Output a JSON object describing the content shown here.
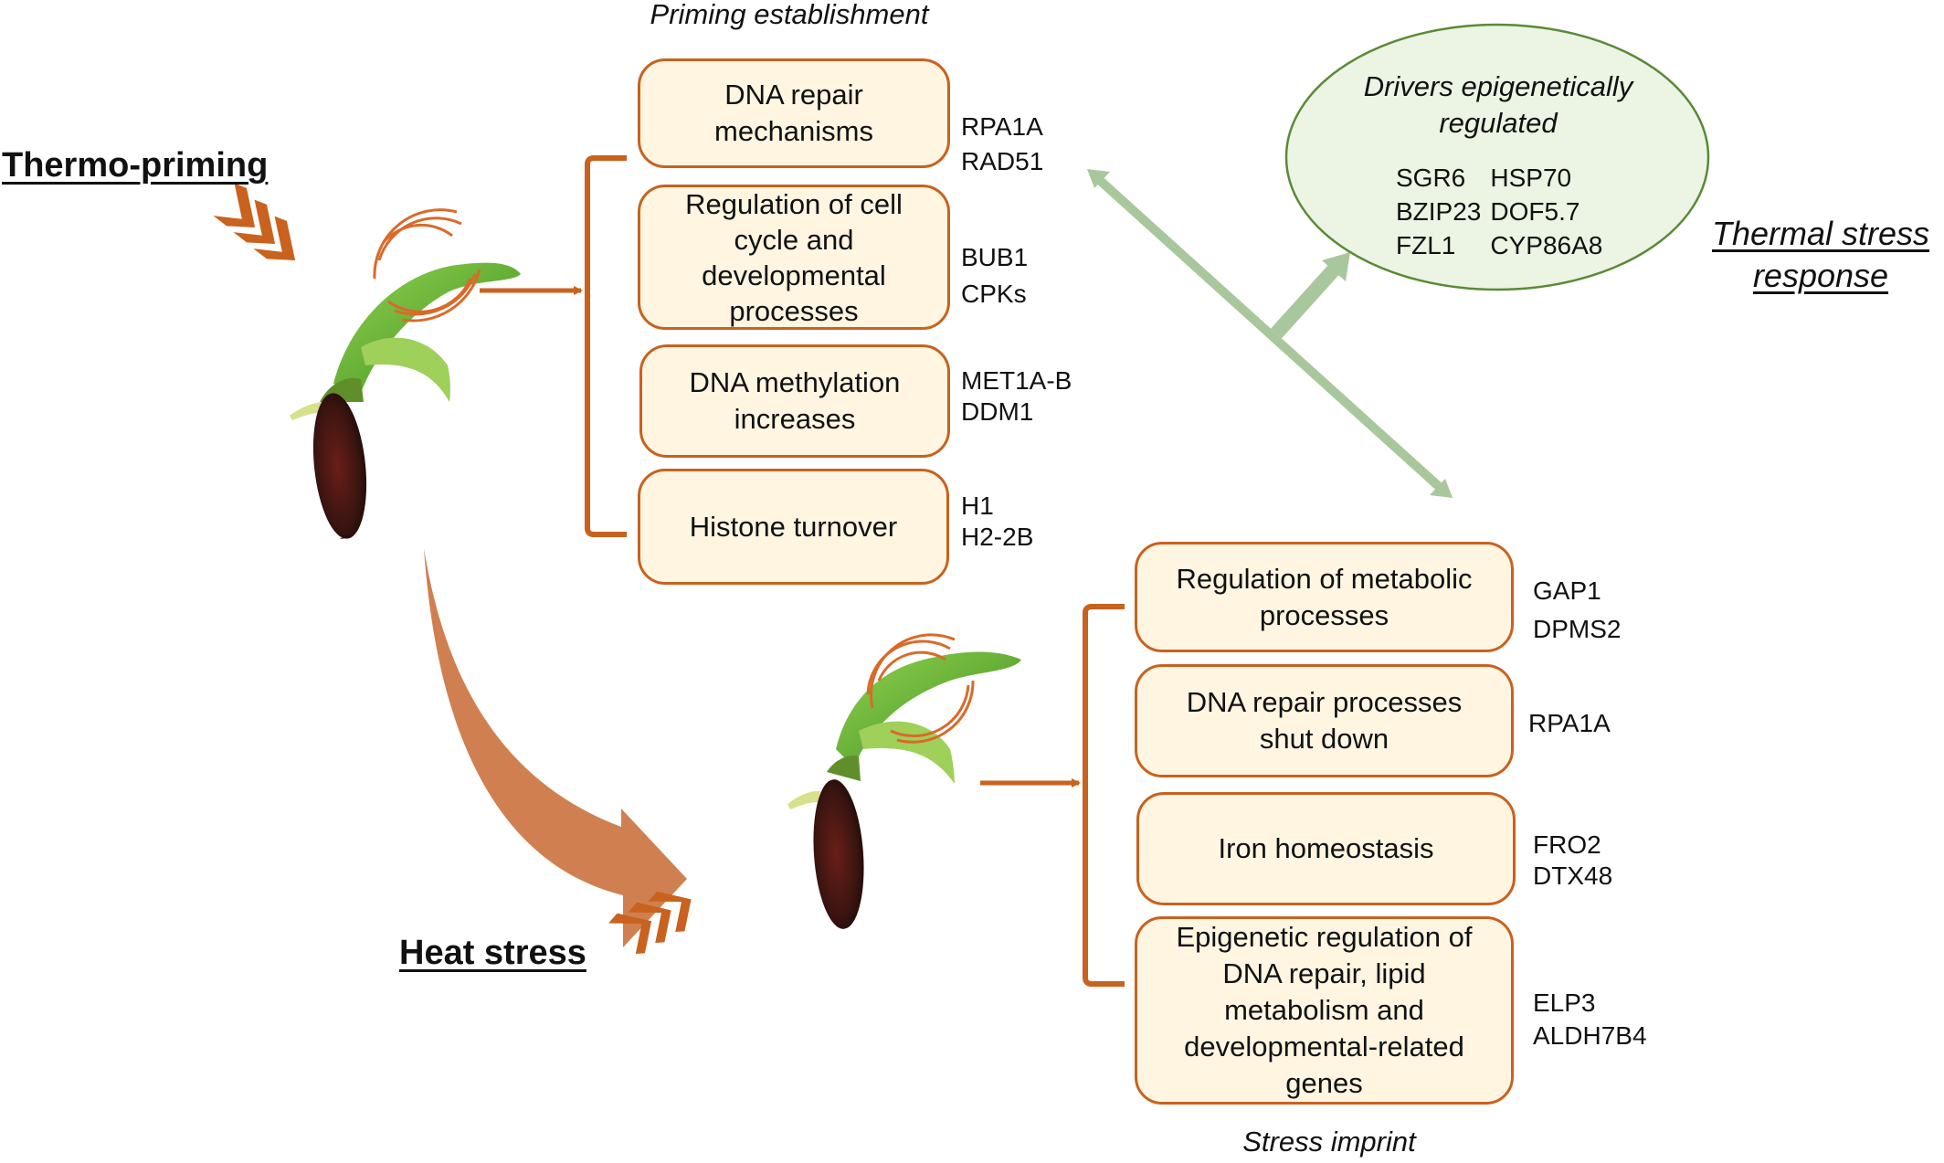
{
  "diagram": {
    "labels": {
      "thermo_priming": "Thermo-priming",
      "heat_stress": "Heat stress",
      "priming_establishment": "Priming establishment",
      "stress_imprint": "Stress imprint",
      "thermal_stress_response_line1": "Thermal stress",
      "thermal_stress_response_line2": "response"
    },
    "colors": {
      "accent_orange": "#c8621e",
      "box_fill": "#fff5e1",
      "ellipse_fill": "#ecf4e4",
      "ellipse_stroke": "#5a8a35",
      "green_arrow": "#a9c79c"
    },
    "priming_boxes": [
      {
        "lines": [
          "DNA repair",
          "mechanisms"
        ],
        "genes": [
          "RPA1A",
          "RAD51"
        ]
      },
      {
        "lines": [
          "Regulation of cell",
          "cycle and",
          "developmental",
          "processes"
        ],
        "genes": [
          "BUB1",
          "CPKs"
        ]
      },
      {
        "lines": [
          "DNA methylation",
          "increases"
        ],
        "genes": [
          "MET1A-B",
          "DDM1"
        ]
      },
      {
        "lines": [
          "Histone turnover"
        ],
        "genes": [
          "H1",
          "H2-2B"
        ]
      }
    ],
    "stress_boxes": [
      {
        "lines": [
          "Regulation of metabolic",
          "processes"
        ],
        "genes": [
          "GAP1",
          "DPMS2"
        ]
      },
      {
        "lines": [
          "DNA repair processes",
          "shut down"
        ],
        "genes": [
          "RPA1A"
        ]
      },
      {
        "lines": [
          "Iron homeostasis"
        ],
        "genes": [
          "FRO2",
          "DTX48"
        ]
      },
      {
        "lines": [
          "Epigenetic regulation of",
          "DNA repair, lipid",
          "metabolism and",
          "developmental-related",
          "genes"
        ],
        "genes": [
          "ELP3",
          "ALDH7B4"
        ]
      }
    ],
    "drivers": {
      "title_line1": "Drivers epigenetically",
      "title_line2": "regulated",
      "genes": [
        "SGR6",
        "HSP70",
        "BZIP23",
        "DOF5.7",
        "FZL1",
        "CYP86A8"
      ]
    },
    "icons": {
      "chevrons": "triple-chevron-heat-icon",
      "plant": "germinating-seedling-image",
      "heat_rings": "heat-waves-icon"
    }
  }
}
